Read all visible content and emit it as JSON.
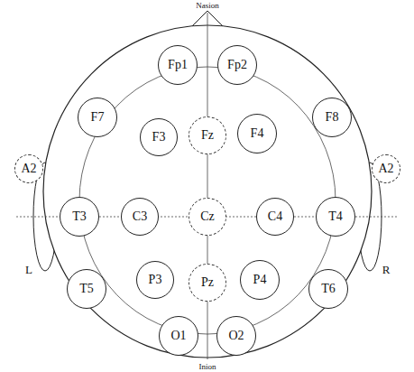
{
  "diagram": {
    "nodes": [
      {
        "text": [
          "Fp1"
        ]
      },
      {
        "text": [
          "Fp2"
        ]
      },
      {
        "text": [
          "F7"
        ]
      },
      {
        "text": [
          "F3"
        ]
      },
      {
        "text": [
          "Fz"
        ]
      },
      {
        "text": [
          "F4"
        ]
      },
      {
        "text": [
          "F8"
        ]
      },
      {
        "text": [
          "A2"
        ]
      },
      {
        "text": [
          "T3"
        ]
      },
      {
        "text": [
          "C3"
        ]
      },
      {
        "text": [
          "Cz"
        ]
      },
      {
        "text": [
          "C4"
        ]
      },
      {
        "text": [
          "T4"
        ]
      },
      {
        "text": [
          "A2"
        ]
      },
      {
        "text": [
          "T5"
        ]
      },
      {
        "text": [
          "P3"
        ]
      },
      {
        "text": [
          "Pz"
        ]
      },
      {
        "text": [
          "P4"
        ]
      },
      {
        "text": [
          "T6"
        ]
      },
      {
        "text": [
          "O1"
        ]
      },
      {
        "text": [
          "O2"
        ]
      }
    ],
    "labels": [
      "Nasion",
      "Inion",
      "L",
      "R"
    ]
  }
}
